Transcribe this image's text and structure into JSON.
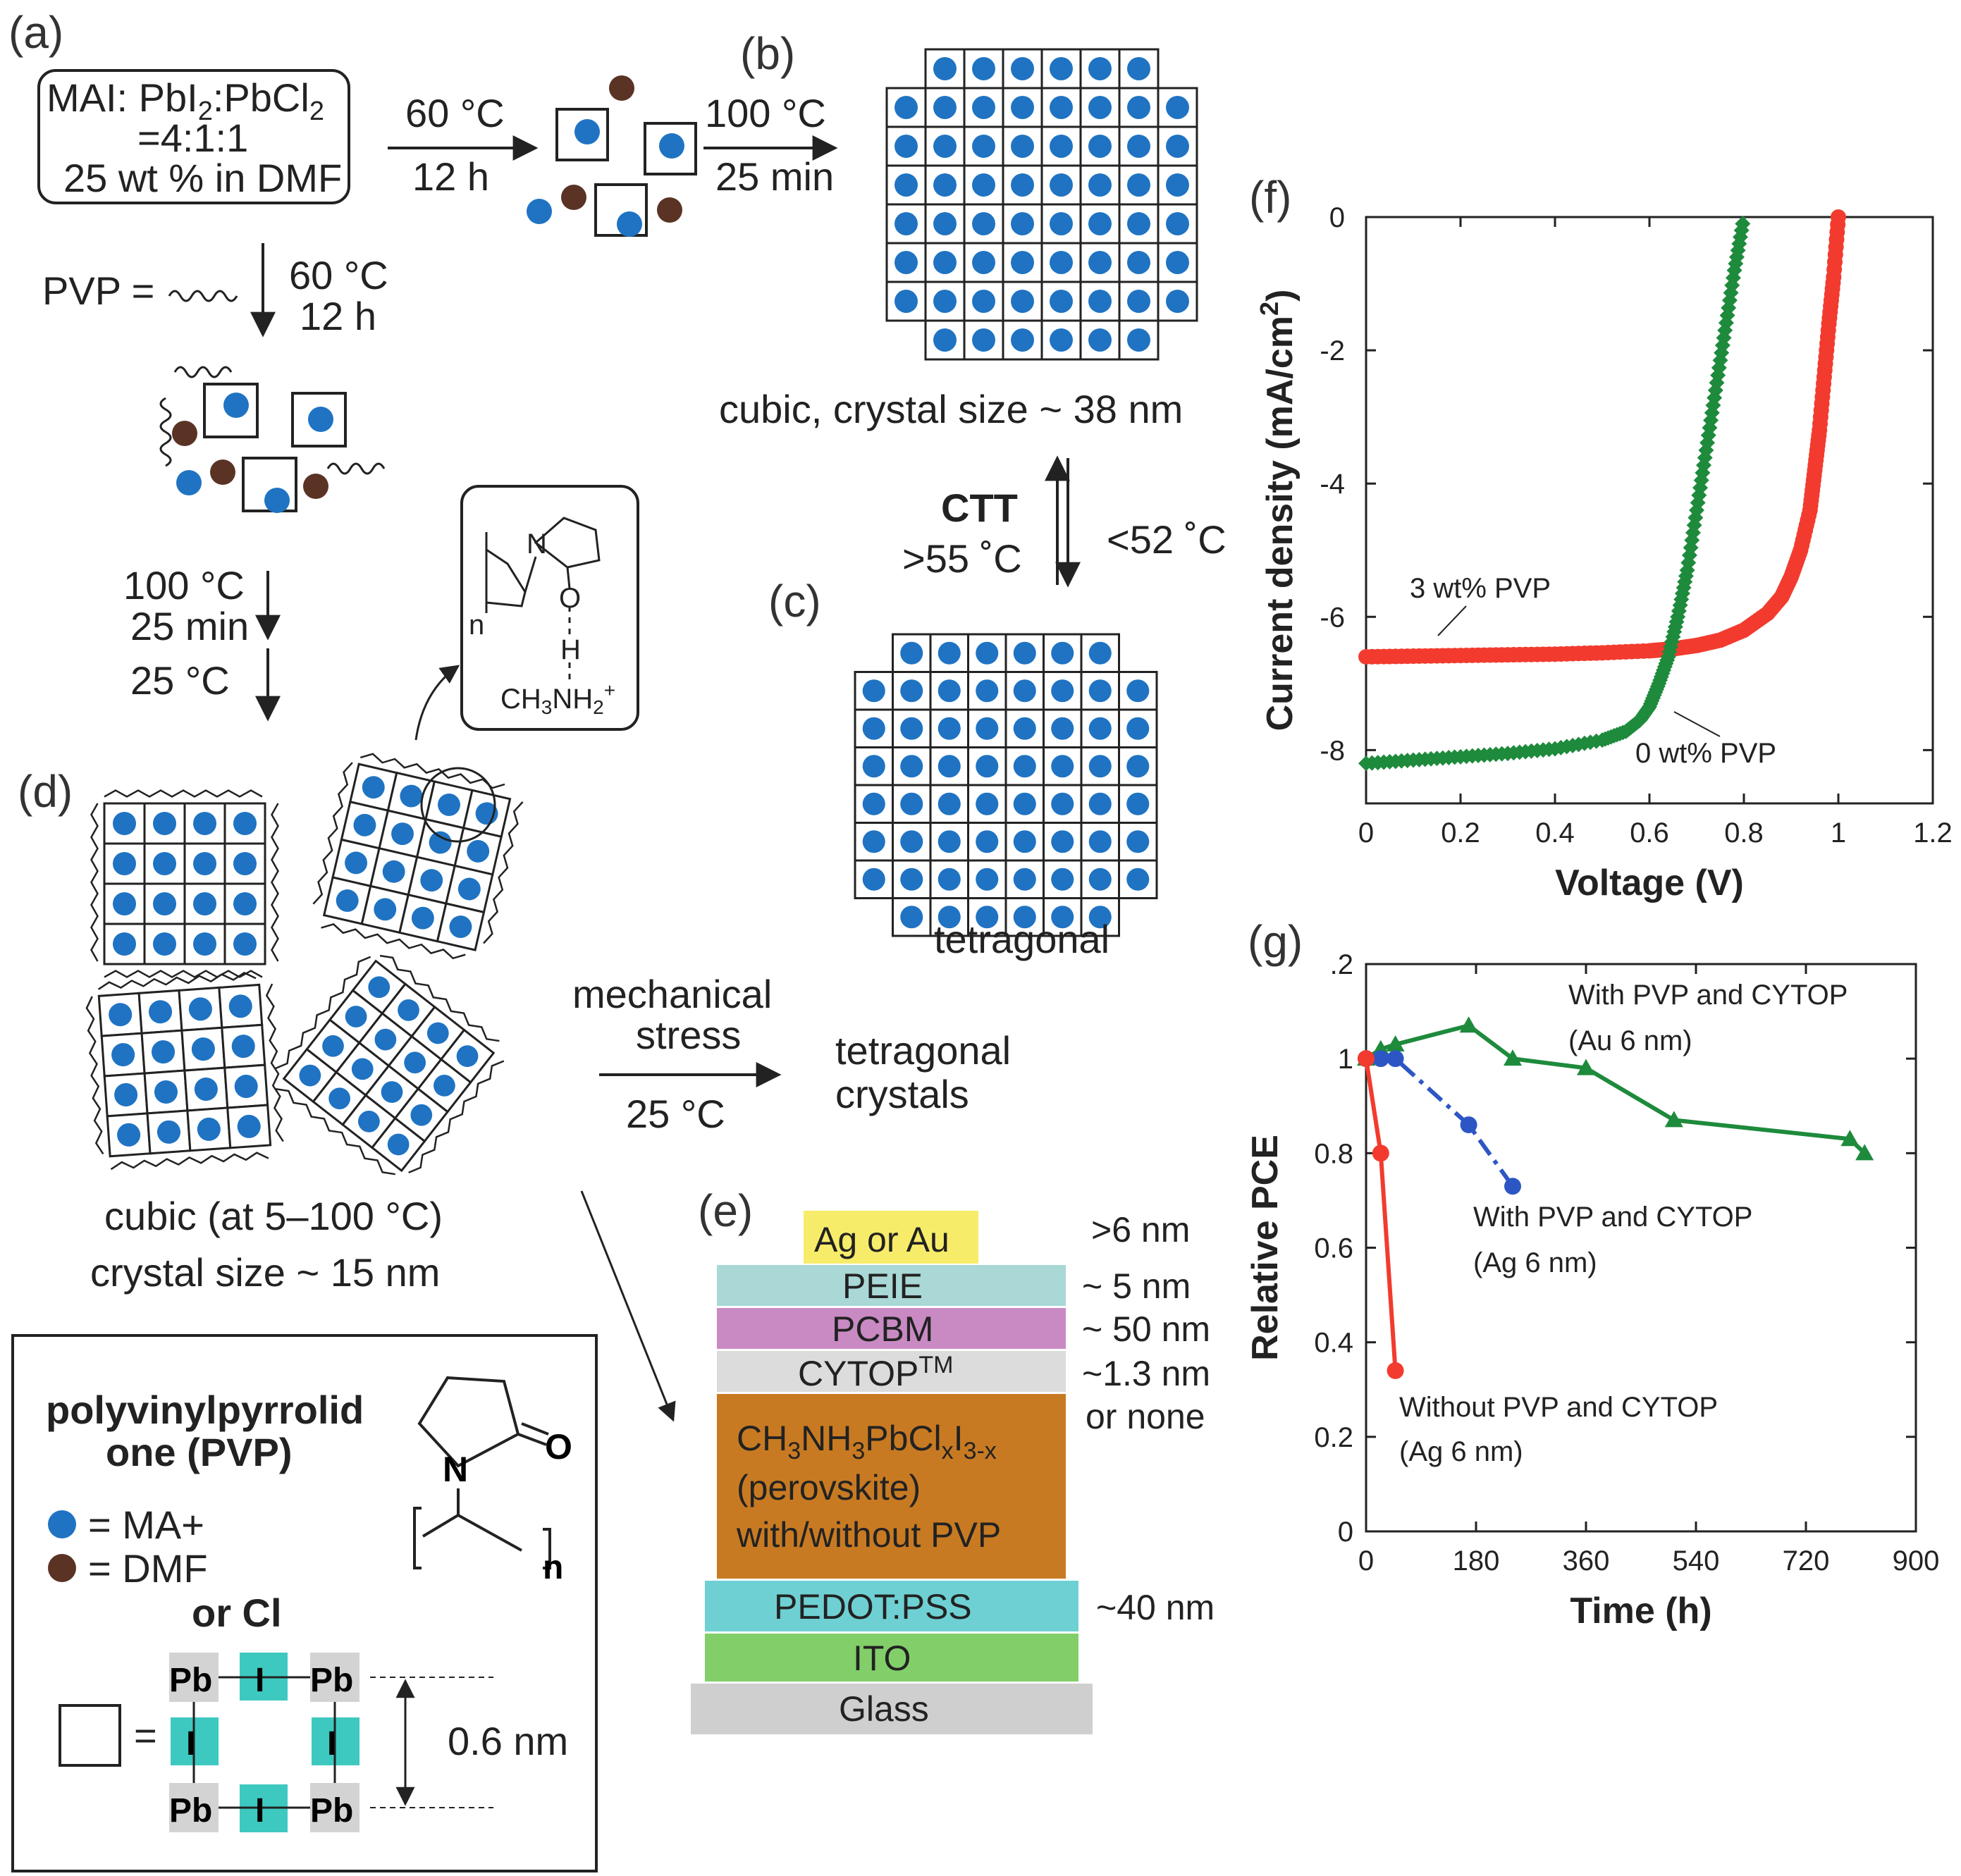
{
  "panels": {
    "a": "(a)",
    "b": "(b)",
    "c": "(c)",
    "d": "(d)",
    "e": "(e)",
    "f": "(f)",
    "g": "(g)"
  },
  "panel_a": {
    "precursor_l1": "MAI: PbI",
    "precursor_l1_sub": "2",
    "precursor_l1_b": ":PbCl",
    "precursor_l1_sub2": "2",
    "precursor_l2": "=4:1:1",
    "precursor_l3": "25 wt % in DMF",
    "cond1_temp": "60 °C",
    "cond1_time": "12 h",
    "cond2_temp": "100 °C",
    "cond2_time": "25 min",
    "pvp_label": "PVP =",
    "cond3_temp": "60 °C",
    "cond3_time": "12 h",
    "cond4_l1": "100 °C",
    "cond4_l2": "25 min",
    "cond4_l3": "25 °C"
  },
  "inset_hbond": {
    "n": "n",
    "N": "N",
    "O": "O",
    "H": "H",
    "ion": "CH",
    "ion_sub3": "3",
    "ion_b": "NH",
    "ion_sub2": "2",
    "ion_sup": "+"
  },
  "panel_b": {
    "caption": "cubic, crystal size ~ 38 nm"
  },
  "ctt": {
    "title": "CTT",
    "up": ">55 ˚C",
    "down": "<52 ˚C"
  },
  "panel_c": {
    "caption": "tetragonal"
  },
  "panel_d": {
    "stress_l1": "mechanical",
    "stress_l2": "stress",
    "stress_temp": "25 °C",
    "result_l1": "tetragonal",
    "result_l2": "crystals",
    "caption_l1": "cubic (at 5–100 °C)",
    "caption_l2": "crystal size ~ 15 nm"
  },
  "legend": {
    "name_l1": "polyvinylpyrrolid",
    "name_l2": "one (PVP)",
    "N": "N",
    "O": "O",
    "n": "n",
    "ma": "= MA+",
    "dmf": "= DMF",
    "or_cl": "or Cl",
    "eq": "=",
    "pb": "Pb",
    "i": "I",
    "dist": "0.6 nm"
  },
  "panel_e": {
    "layers": [
      {
        "name": "Ag or Au",
        "thickness": ">6 nm",
        "color": "#f7ec6a"
      },
      {
        "name": "PEIE",
        "thickness": "~ 5 nm",
        "color": "#a9d8d6"
      },
      {
        "name": "PCBM",
        "thickness": "~ 50 nm",
        "color": "#c98ac4"
      },
      {
        "name": "CYTOP",
        "name_sup": "TM",
        "thickness": "~1.3 nm",
        "thickness_2": "or none",
        "color": "#dcdcdc"
      },
      {
        "name": "CH3NH3PbClxI3-x",
        "name_2": "(perovskite)",
        "name_3": "with/without PVP",
        "color": "#c87a22"
      },
      {
        "name": "PEDOT:PSS",
        "thickness": "~40 nm",
        "color": "#6fd0d3"
      },
      {
        "name": "ITO",
        "color": "#82cf6a"
      },
      {
        "name": "Glass",
        "color": "#cfcfcf"
      }
    ],
    "perov_parts": [
      "CH",
      "3",
      "NH",
      "3",
      "PbCl",
      "x",
      "I",
      "3-x"
    ]
  },
  "colors": {
    "ma": "#1f73c2",
    "dmf": "#5a3325",
    "red": "#f23b2e",
    "green": "#1e8a3c",
    "blue": "#2d56c5",
    "iodine": "#3ec9c0",
    "pb_bg": "#d3d3d3"
  },
  "chart_data": [
    {
      "type": "line",
      "panel": "(f)",
      "xlabel": "Voltage (V)",
      "ylabel": "Current density (mA/cm",
      "ylabel_sup": "2",
      "ylabel_end": ")",
      "xlim": [
        0,
        1.2
      ],
      "ylim": [
        -8.8,
        0
      ],
      "xticks": [
        "0",
        "0.2",
        "0.4",
        "0.6",
        "0.8",
        "1",
        "1.2"
      ],
      "yticks": [
        "0",
        "-2",
        "-4",
        "-6",
        "-8"
      ],
      "series": [
        {
          "name": "3 wt% PVP",
          "color": "#f23b2e",
          "x": [
            0,
            0.1,
            0.2,
            0.3,
            0.4,
            0.5,
            0.6,
            0.65,
            0.7,
            0.75,
            0.8,
            0.85,
            0.88,
            0.9,
            0.92,
            0.94,
            0.95,
            0.96,
            0.97,
            0.98,
            0.99,
            1.0
          ],
          "y": [
            -6.6,
            -6.59,
            -6.58,
            -6.57,
            -6.56,
            -6.54,
            -6.51,
            -6.48,
            -6.43,
            -6.35,
            -6.2,
            -5.95,
            -5.7,
            -5.4,
            -5.0,
            -4.4,
            -3.8,
            -3.2,
            -2.4,
            -1.6,
            -0.9,
            0
          ]
        },
        {
          "name": "0 wt% PVP",
          "color": "#1e8a3c",
          "x": [
            0,
            0.1,
            0.2,
            0.3,
            0.4,
            0.5,
            0.55,
            0.58,
            0.6,
            0.62,
            0.64,
            0.66,
            0.68,
            0.7,
            0.72,
            0.74,
            0.76,
            0.78,
            0.8
          ],
          "y": [
            -8.2,
            -8.15,
            -8.1,
            -8.05,
            -7.98,
            -7.85,
            -7.72,
            -7.55,
            -7.35,
            -7.0,
            -6.6,
            -6.0,
            -5.3,
            -4.4,
            -3.5,
            -2.6,
            -1.7,
            -0.8,
            0
          ]
        }
      ]
    },
    {
      "type": "line",
      "panel": "(g)",
      "xlabel": "Time (h)",
      "ylabel": "Relative PCE",
      "xlim": [
        0,
        900
      ],
      "ylim": [
        0,
        1.2
      ],
      "xticks": [
        "0",
        "180",
        "360",
        "540",
        "720",
        "900"
      ],
      "yticks": [
        "0",
        "0.2",
        "0.4",
        "0.6",
        "0.8",
        "1",
        ".2"
      ],
      "series": [
        {
          "name_l1": "With PVP and CYTOP",
          "name_l2": "(Au 6 nm)",
          "color": "#1e8a3c",
          "marker": "triangle",
          "x": [
            0,
            24,
            48,
            168,
            240,
            360,
            504,
            792,
            816
          ],
          "y": [
            1.0,
            1.02,
            1.03,
            1.07,
            1.0,
            0.98,
            0.87,
            0.83,
            0.8
          ]
        },
        {
          "name_l1": "With PVP and CYTOP",
          "name_l2": "(Ag 6 nm)",
          "color": "#2d56c5",
          "marker": "circle",
          "x": [
            0,
            24,
            48,
            168,
            240
          ],
          "y": [
            1.0,
            1.0,
            1.0,
            0.86,
            0.73
          ]
        },
        {
          "name_l1": "Without PVP and CYTOP",
          "name_l2": "(Ag 6 nm)",
          "color": "#f23b2e",
          "marker": "circle",
          "x": [
            0,
            24,
            48
          ],
          "y": [
            1.0,
            0.8,
            0.34
          ]
        }
      ]
    }
  ]
}
